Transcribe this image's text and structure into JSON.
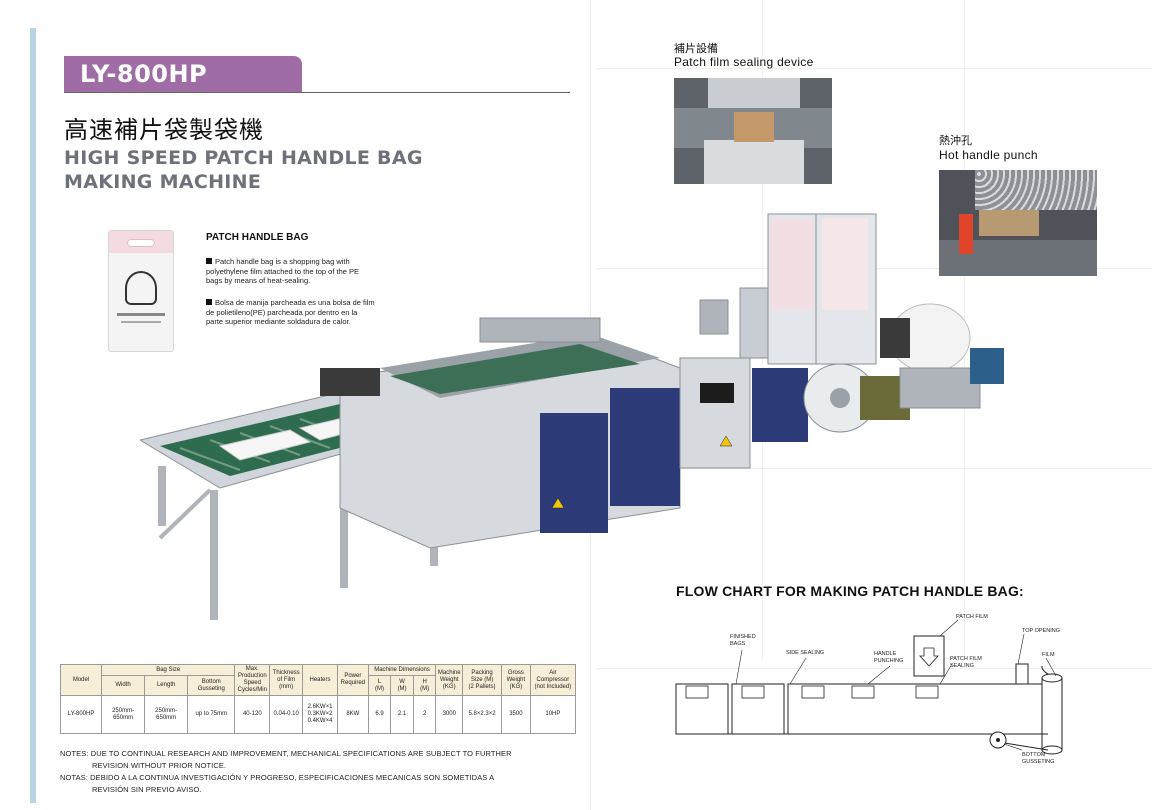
{
  "header": {
    "model": "LY-800HP",
    "title_cn": "高速補片袋製袋機",
    "title_en_line1": "HIGH SPEED PATCH HANDLE BAG",
    "title_en_line2": "MAKING MACHINE"
  },
  "product": {
    "title": "PATCH HANDLE BAG",
    "bullet_en": "Patch handle bag is a shopping bag with polyethylene film attached to the top of the PE bags by means of heat-sealing.",
    "bullet_es": "Bolsa de manija parcheada es una bolsa de film de polietileno(PE) parcheada por dentro en la parte superior mediante soldadura de calor."
  },
  "insets": {
    "patch_cn": "補片設備",
    "patch_en": "Patch film sealing device",
    "punch_cn": "熱沖孔",
    "punch_en": "Hot handle punch"
  },
  "spec_table": {
    "h_model": "Model",
    "h_bag_size": "Bag Size",
    "h_width": "Width",
    "h_length": "Length",
    "h_bottom": "Bottom\nGusseting",
    "h_speed": "Max.\nProduction\nSpeed\nCycles/Min",
    "h_thickness": "Thickness\nof Film\n(mm)",
    "h_heaters": "Heaters",
    "h_power": "Power\nRequired",
    "h_dims": "Machine Dimensions",
    "h_l": "L\n(M)",
    "h_w": "W\n(M)",
    "h_h": "H\n(M)",
    "h_weight": "Machine\nWeight\n(KG)",
    "h_packing": "Packing\nSize (M)\n(2 Pallets)",
    "h_gross": "Gross\nWeight\n(KG)",
    "h_air": "Air\nCompressor\n(not Included)",
    "row": {
      "model": "LY-800HP",
      "width": "250mm-650mm",
      "length": "250mm-650mm",
      "bottom": "up to 75mm",
      "speed": "40-120",
      "thickness": "0.04-0.10",
      "heaters": "2.6KW×1\n0.3KW×2\n0.4KW×4",
      "power": "8KW",
      "l": "6.9",
      "w": "2.1",
      "h": "2",
      "weight": "3000",
      "packing": "5.8×2.3×2",
      "gross": "3500",
      "air": "10HP"
    }
  },
  "notes": {
    "en_1": "NOTES: DUE TO CONTINUAL RESEARCH AND IMPROVEMENT, MECHANICAL SPECIFICATIONS ARE SUBJECT TO FURTHER",
    "en_2": "REVISION WITHOUT PRIOR NOTICE.",
    "es_1": "NOTAS: DEBIDO A LA CONTINUA INVESTIGACIÓN Y PROGRESO, ESPECIFICACIONES MECANICAS SON SOMETIDAS A",
    "es_2": "REVISIÓN SIN PREVIO AVISO."
  },
  "flow_chart": {
    "title": "FLOW CHART FOR MAKING PATCH HANDLE BAG:",
    "finished_bags": "FINISHED\nBAGS",
    "side_sealing": "SIDE SEALING",
    "handle_punching": "HANDLE\nPUNCHING",
    "patch_film": "PATCH FILM",
    "patch_film_sealing": "PATCH FILM\nSEALING",
    "top_opening": "TOP OPENING",
    "film": "FILM",
    "bottom_gusseting": "BOTTOM\nGUSSETING"
  },
  "colors": {
    "accent_purple": "#a06ca6",
    "title_grey": "#6d7179",
    "machine_grey": "#d6dadf",
    "machine_blue": "#2c3a78"
  }
}
